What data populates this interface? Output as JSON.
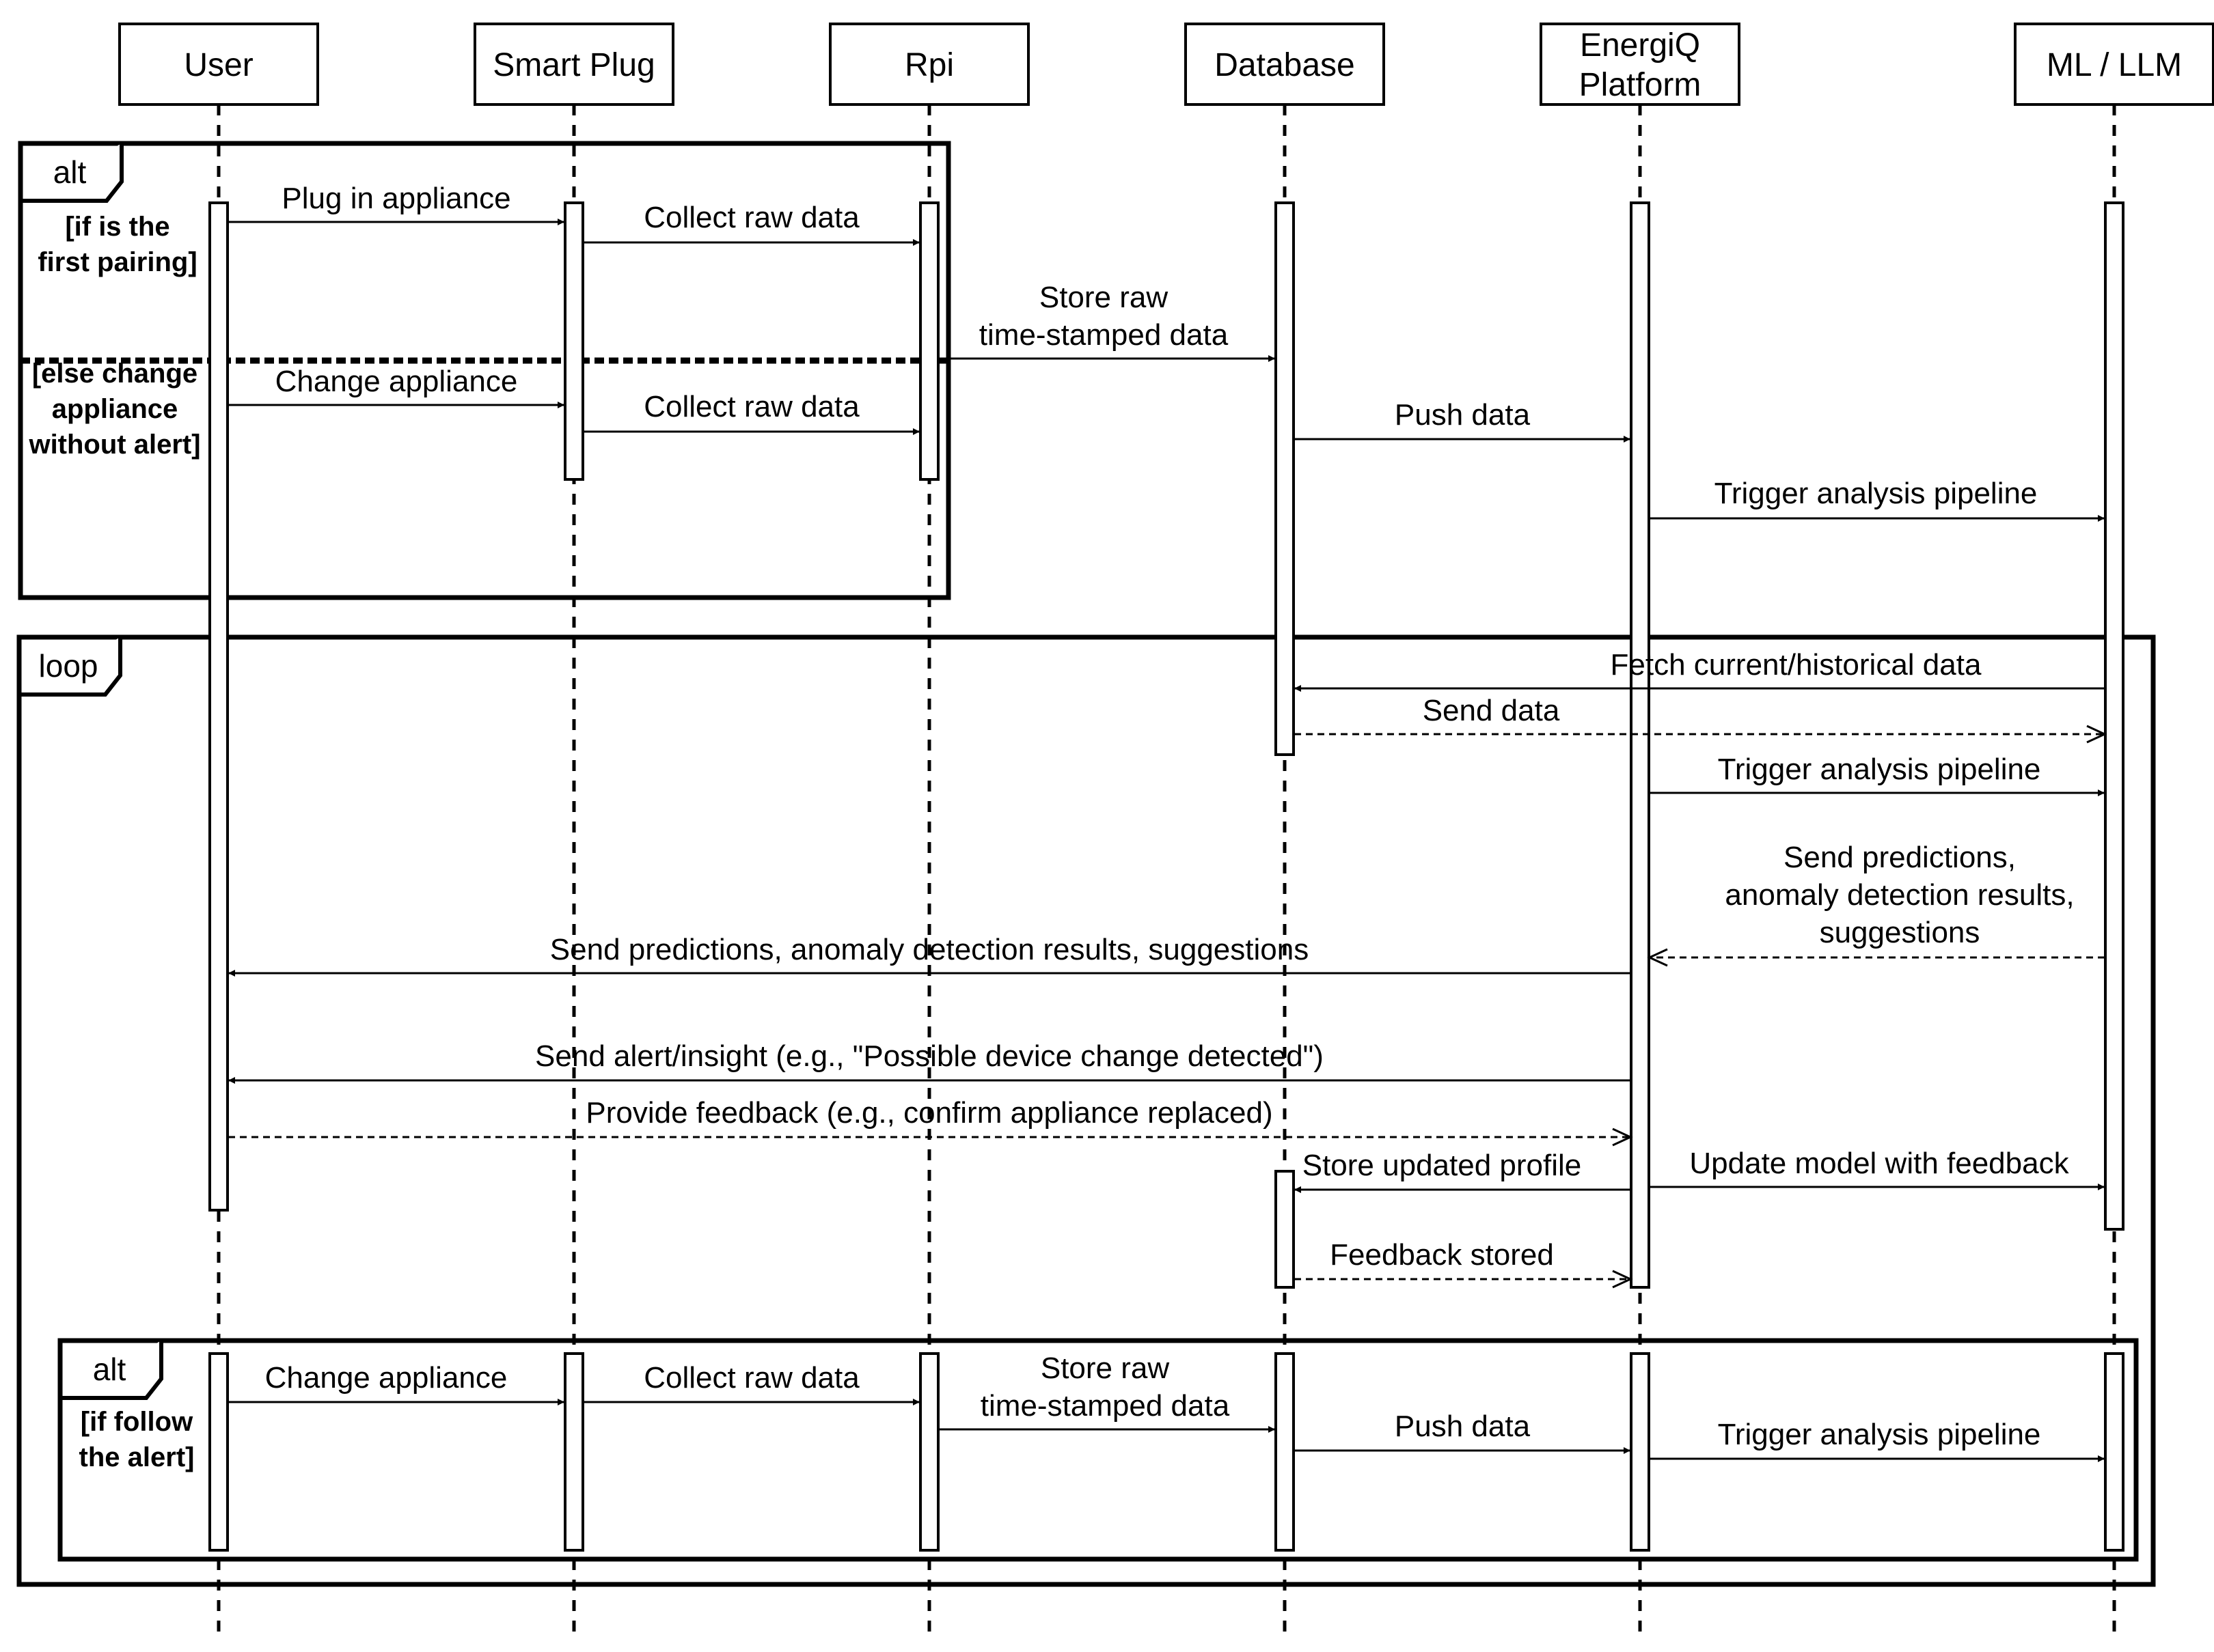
{
  "participants": [
    {
      "id": "user",
      "lines": [
        "User"
      ]
    },
    {
      "id": "smartplug",
      "lines": [
        "Smart Plug"
      ]
    },
    {
      "id": "rpi",
      "lines": [
        "Rpi"
      ]
    },
    {
      "id": "database",
      "lines": [
        "Database"
      ]
    },
    {
      "id": "platform",
      "lines": [
        "EnergiQ",
        "Platform"
      ]
    },
    {
      "id": "ml",
      "lines": [
        "ML / LLM"
      ]
    }
  ],
  "frames": [
    {
      "id": "alt-first",
      "operator": "alt",
      "guards": [
        [
          "[if is the",
          "first pairing]"
        ],
        [
          "[else change",
          "appliance",
          "without alert]"
        ]
      ]
    },
    {
      "id": "loop",
      "operator": "loop",
      "guards": []
    },
    {
      "id": "alt-follow",
      "operator": "alt",
      "guards": [
        [
          "[if follow",
          "the alert]"
        ]
      ]
    }
  ],
  "messages": [
    {
      "from": "user",
      "to": "smartplug",
      "style": "sync",
      "lines": [
        "Plug in appliance"
      ]
    },
    {
      "from": "smartplug",
      "to": "rpi",
      "style": "sync",
      "lines": [
        "Collect raw data"
      ]
    },
    {
      "from": "rpi",
      "to": "database",
      "style": "sync",
      "lines": [
        "Store raw",
        "time-stamped data"
      ]
    },
    {
      "from": "user",
      "to": "smartplug",
      "style": "sync",
      "lines": [
        "Change appliance"
      ]
    },
    {
      "from": "smartplug",
      "to": "rpi",
      "style": "sync",
      "lines": [
        "Collect raw data"
      ]
    },
    {
      "from": "database",
      "to": "platform",
      "style": "sync",
      "lines": [
        "Push data"
      ]
    },
    {
      "from": "platform",
      "to": "ml",
      "style": "sync",
      "lines": [
        "Trigger analysis pipeline"
      ]
    },
    {
      "from": "ml",
      "to": "database",
      "style": "sync",
      "lines": [
        "Fetch current/historical data"
      ]
    },
    {
      "from": "database",
      "to": "ml",
      "style": "reply",
      "lines": [
        "Send data"
      ]
    },
    {
      "from": "platform",
      "to": "ml",
      "style": "sync",
      "lines": [
        "Trigger analysis pipeline"
      ]
    },
    {
      "from": "ml",
      "to": "platform",
      "style": "reply",
      "lines": [
        "Send predictions,",
        "anomaly detection results,",
        "suggestions"
      ]
    },
    {
      "from": "platform",
      "to": "user",
      "style": "sync",
      "lines": [
        "Send predictions, anomaly detection results, suggestions"
      ]
    },
    {
      "from": "platform",
      "to": "user",
      "style": "sync",
      "lines": [
        "Send alert/insight (e.g., \"Possible device change detected\")"
      ]
    },
    {
      "from": "user",
      "to": "platform",
      "style": "reply",
      "lines": [
        "Provide feedback (e.g., confirm appliance replaced)"
      ]
    },
    {
      "from": "platform",
      "to": "database",
      "style": "sync",
      "lines": [
        "Store updated profile"
      ]
    },
    {
      "from": "platform",
      "to": "ml",
      "style": "sync",
      "lines": [
        "Update model with feedback"
      ]
    },
    {
      "from": "database",
      "to": "platform",
      "style": "reply",
      "lines": [
        "Feedback stored"
      ]
    },
    {
      "from": "user",
      "to": "smartplug",
      "style": "sync",
      "lines": [
        "Change appliance"
      ]
    },
    {
      "from": "smartplug",
      "to": "rpi",
      "style": "sync",
      "lines": [
        "Collect raw data"
      ]
    },
    {
      "from": "rpi",
      "to": "database",
      "style": "sync",
      "lines": [
        "Store raw",
        "time-stamped data"
      ]
    },
    {
      "from": "database",
      "to": "platform",
      "style": "sync",
      "lines": [
        "Push data"
      ]
    },
    {
      "from": "platform",
      "to": "ml",
      "style": "sync",
      "lines": [
        "Trigger analysis pipeline"
      ]
    }
  ]
}
